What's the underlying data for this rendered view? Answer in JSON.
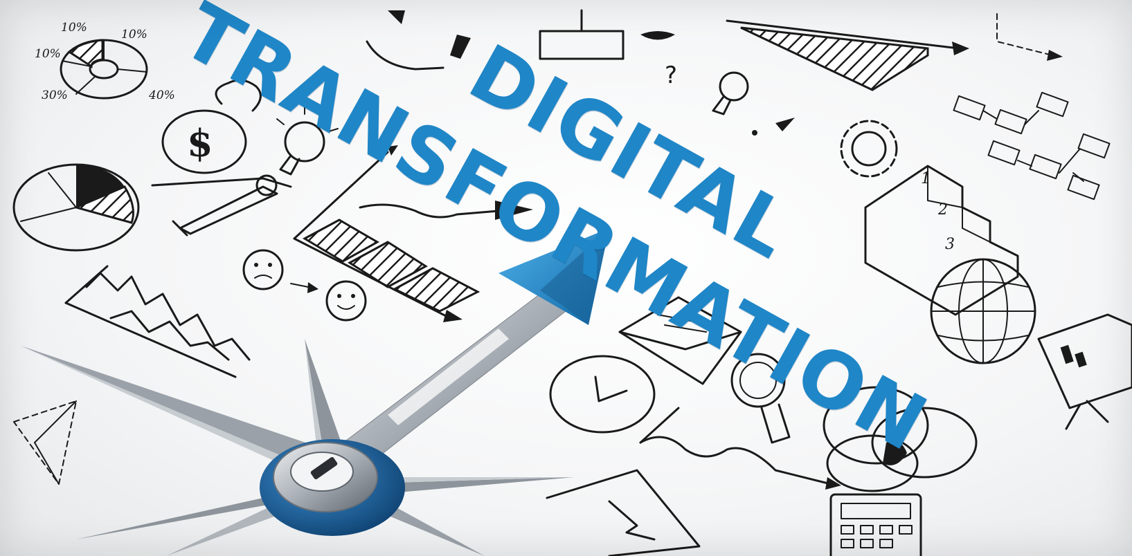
{
  "headline": {
    "line1": "DIGITAL",
    "line2": "TRANSFORMATION"
  },
  "pie_labels": [
    "10%",
    "10%",
    "10%",
    "30%",
    "40%"
  ],
  "currency_symbol": "$",
  "podium_ranks": [
    "1",
    "2",
    "3"
  ],
  "question_mark": "?",
  "colors": {
    "headline": "#1f86c7",
    "ink": "#1a1a1a",
    "compass_needle": "#1f86c7",
    "compass_metal": "#b9bec4"
  },
  "icons": [
    "pie-chart-icon",
    "money-bag-icon",
    "light-bulb-icon",
    "drafting-compass-icon",
    "bar-chart-icon",
    "trend-arrow-icon",
    "sad-face-icon",
    "happy-face-icon",
    "zigzag-chart-icon",
    "triangle-network-icon",
    "idea-bulb-icon",
    "gear-icon",
    "flowchart-icon",
    "podium-icon",
    "globe-icon",
    "presentation-board-icon",
    "envelope-icon",
    "clock-icon",
    "magnifier-icon",
    "venn-diagram-icon",
    "monitor-icon",
    "calculator-icon",
    "compass-needle-icon"
  ]
}
